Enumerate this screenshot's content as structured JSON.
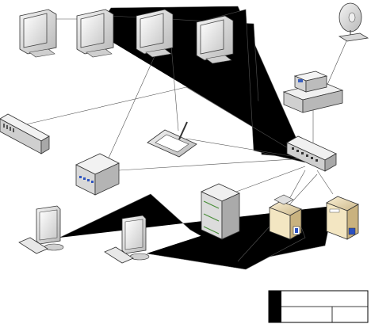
{
  "diagram": {
    "kind": "network topology",
    "nodes": [
      {
        "id": "crt1",
        "type": "crt-monitor"
      },
      {
        "id": "crt2",
        "type": "crt-monitor"
      },
      {
        "id": "crt3",
        "type": "crt-monitor"
      },
      {
        "id": "crt4",
        "type": "crt-monitor"
      },
      {
        "id": "dish",
        "type": "satellite-dish"
      },
      {
        "id": "router",
        "type": "router"
      },
      {
        "id": "hub-left",
        "type": "hub"
      },
      {
        "id": "tablet",
        "type": "graphics-tablet"
      },
      {
        "id": "switch",
        "type": "network-switch"
      },
      {
        "id": "modem",
        "type": "modem"
      },
      {
        "id": "server-rack",
        "type": "server-rack"
      },
      {
        "id": "tower1",
        "type": "tower-server"
      },
      {
        "id": "tower2",
        "type": "tower-server"
      },
      {
        "id": "lcd1",
        "type": "lcd-workstation"
      },
      {
        "id": "lcd2",
        "type": "lcd-workstation"
      }
    ],
    "edges": [
      [
        "crt1",
        "crt2"
      ],
      [
        "crt2",
        "crt3"
      ],
      [
        "crt3",
        "crt4"
      ],
      [
        "crt2",
        "switch"
      ],
      [
        "crt3",
        "switch"
      ],
      [
        "crt4",
        "switch"
      ],
      [
        "crt3",
        "modem"
      ],
      [
        "crt1",
        "crt4"
      ],
      [
        "dish",
        "router"
      ],
      [
        "router",
        "switch"
      ],
      [
        "hub-left",
        "switch"
      ],
      [
        "tablet",
        "switch"
      ],
      [
        "modem",
        "switch"
      ],
      [
        "server-rack",
        "switch"
      ],
      [
        "tower1",
        "switch"
      ],
      [
        "tower2",
        "switch"
      ],
      [
        "lcd1",
        "switch"
      ],
      [
        "lcd2",
        "switch"
      ]
    ],
    "legend": {
      "cells": [
        "",
        "",
        ""
      ]
    }
  }
}
